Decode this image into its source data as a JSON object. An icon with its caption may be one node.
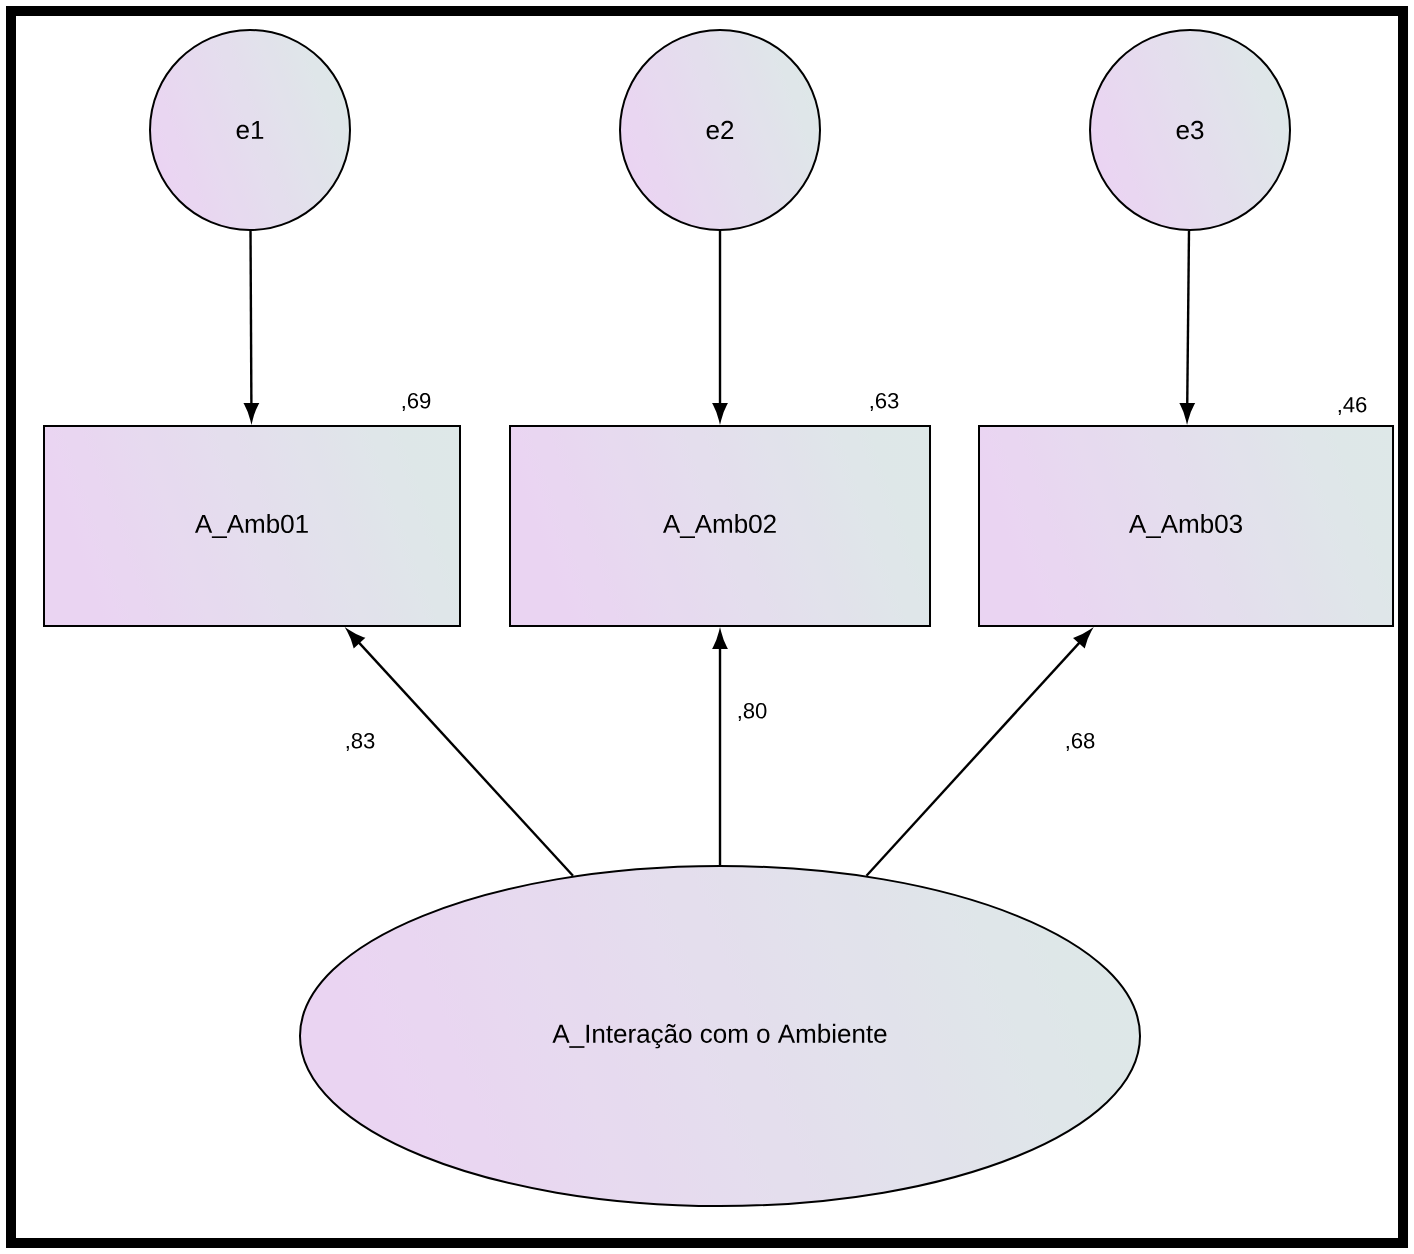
{
  "diagram": {
    "nodes": [
      {
        "text": [
          "e1"
        ]
      },
      {
        "text": [
          "e2"
        ]
      },
      {
        "text": [
          "e3"
        ]
      },
      {
        "text": [
          "A_Amb01"
        ],
        "beside": [
          ",69"
        ]
      },
      {
        "text": [
          "A_Amb02"
        ],
        "beside": [
          ",63"
        ]
      },
      {
        "text": [
          "A_Amb03"
        ],
        "beside": [
          ",46"
        ]
      },
      {
        "text": [
          "A_Interação com o Ambiente"
        ]
      }
    ],
    "edges": [
      {
        "from": 0,
        "to": 3,
        "arrow": "to"
      },
      {
        "from": 1,
        "to": 4,
        "arrow": "to"
      },
      {
        "from": 2,
        "to": 5,
        "arrow": "to"
      },
      {
        "from": 6,
        "to": 3,
        "arrow": "to",
        "label": ",83"
      },
      {
        "from": 6,
        "to": 4,
        "arrow": "to",
        "label": ",80"
      },
      {
        "from": 6,
        "to": 5,
        "arrow": "to",
        "label": ",68"
      }
    ]
  }
}
